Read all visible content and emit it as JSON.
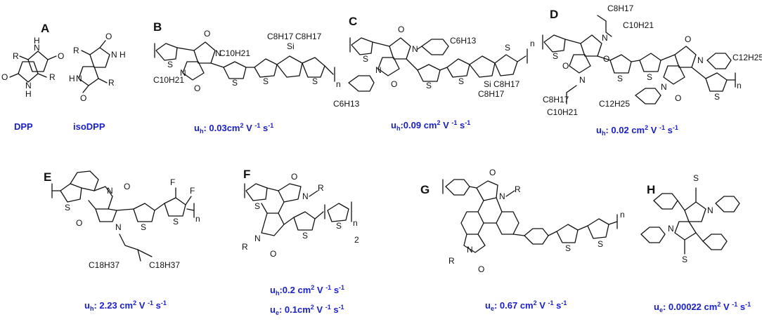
{
  "panels": {
    "A": {
      "letter": "A",
      "names": [
        "DPP",
        "isoDPP"
      ]
    },
    "B": {
      "letter": "B",
      "mobility_label": "u",
      "mobility_sub": "h",
      "mobility_text": ": 0.03cm",
      "mobility_unit": "2",
      "mobility_tail": " V ",
      "exp1": "-1",
      "s": " s",
      "exp2": "-1",
      "substituents": [
        "C10H21",
        "C10H21",
        "C8H17",
        "C8H17",
        "Si",
        "n"
      ]
    },
    "C": {
      "letter": "C",
      "mobility_label": "u",
      "mobility_sub": "h",
      "mobility_text": ":0.09 cm",
      "mobility_unit": "2",
      "mobility_tail": " V ",
      "exp1": "-1",
      "s": " s",
      "exp2": "-1",
      "substituents": [
        "C6H13",
        "C6H13",
        "Si",
        "C8H17",
        "C8H17",
        "n"
      ]
    },
    "D": {
      "letter": "D",
      "mobility_label": "u",
      "mobility_sub": "h",
      "mobility_text": ": 0.02 cm",
      "mobility_unit": "2",
      "mobility_tail": " V ",
      "exp1": "-1",
      "s": " s",
      "exp2": "-1",
      "substituents": [
        "C8H17",
        "C10H21",
        "C12H25",
        "C8H17",
        "C10H21",
        "C12H25",
        "n"
      ]
    },
    "E": {
      "letter": "E",
      "mobility_label": "u",
      "mobility_sub": "h",
      "mobility_text": ": 2.23 cm",
      "mobility_unit": "2",
      "mobility_tail": " V ",
      "exp1": "-1",
      "s": " s",
      "exp2": "-1",
      "substituents": [
        "F",
        "F",
        "C18H37",
        "C18H37",
        "n"
      ]
    },
    "F": {
      "letter": "F",
      "mobility_rows": [
        {
          "label": "u",
          "sub": "h",
          "text": ":0.2 cm",
          "unit": "2",
          "tail": " V ",
          "exp1": "-1",
          "s": " s",
          "exp2": "-1"
        },
        {
          "label": "u",
          "sub": "e",
          "text": ": 0.1cm",
          "unit": "2",
          "tail": " V ",
          "exp1": "-1",
          "s": " s",
          "exp2": "-1"
        }
      ],
      "substituents": [
        "R",
        "R",
        "2",
        "n"
      ]
    },
    "G": {
      "letter": "G",
      "mobility_label": "u",
      "mobility_sub": "e",
      "mobility_text": ": 0.67 cm",
      "mobility_unit": "2",
      "mobility_tail": " V ",
      "exp1": "-1",
      "s": " s",
      "exp2": "-1",
      "substituents": [
        "R",
        "R",
        "n"
      ]
    },
    "H": {
      "letter": "H",
      "mobility_label": "u",
      "mobility_sub": "e",
      "mobility_text": ": 0.00022 cm",
      "mobility_unit": "2",
      "mobility_tail": " V ",
      "exp1": "-1",
      "s": " s",
      "exp2": "-1"
    }
  },
  "atoms": {
    "O": "O",
    "N": "N",
    "H": "H",
    "S": "S",
    "R": "R"
  },
  "colors": {
    "ink": "#111111",
    "label_blue": "#1a20c8"
  }
}
